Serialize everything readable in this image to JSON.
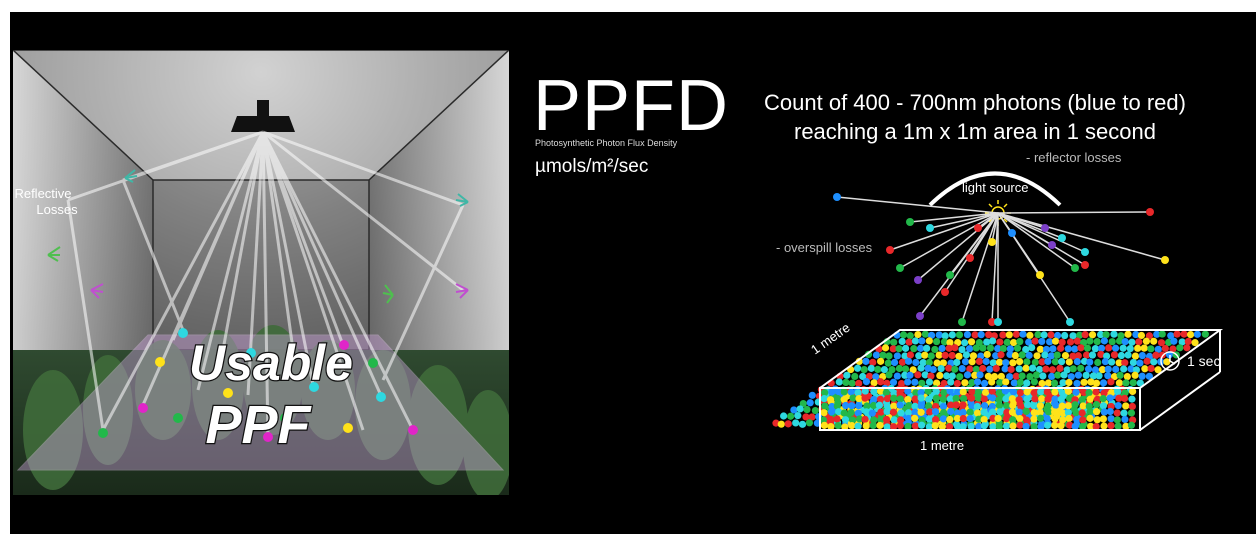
{
  "left": {
    "reflective_losses": "Reflective Losses",
    "usable": "Usable",
    "ppf": "PPF"
  },
  "right": {
    "title": "PPFD",
    "subtitle": "Photosynthetic Photon Flux Density",
    "units": "µmols/m²/sec",
    "headline_line1": "Count of 400 - 700nm photons (blue to red)",
    "headline_line2": "reaching a 1m x 1m area in 1 second",
    "reflector_losses": "- reflector losses",
    "light_source": "light source",
    "overspill_losses": "- overspill losses",
    "side_length": "1 metre",
    "front_length": "1 metre",
    "time": "1 sec"
  },
  "colors": {
    "background": "#000000",
    "photon_blue": "#1e8fff",
    "photon_red": "#e8282a",
    "photon_green": "#22b84a",
    "photon_yellow": "#ffe21a",
    "photon_cyan": "#2ed8e0",
    "photon_magenta": "#e025c8",
    "photon_purple": "#7b3fc8",
    "canopy_overlay": "#d7a8e8"
  },
  "icons": [
    "lamp-icon",
    "sun-icon",
    "clock-icon",
    "leaf-icon"
  ]
}
